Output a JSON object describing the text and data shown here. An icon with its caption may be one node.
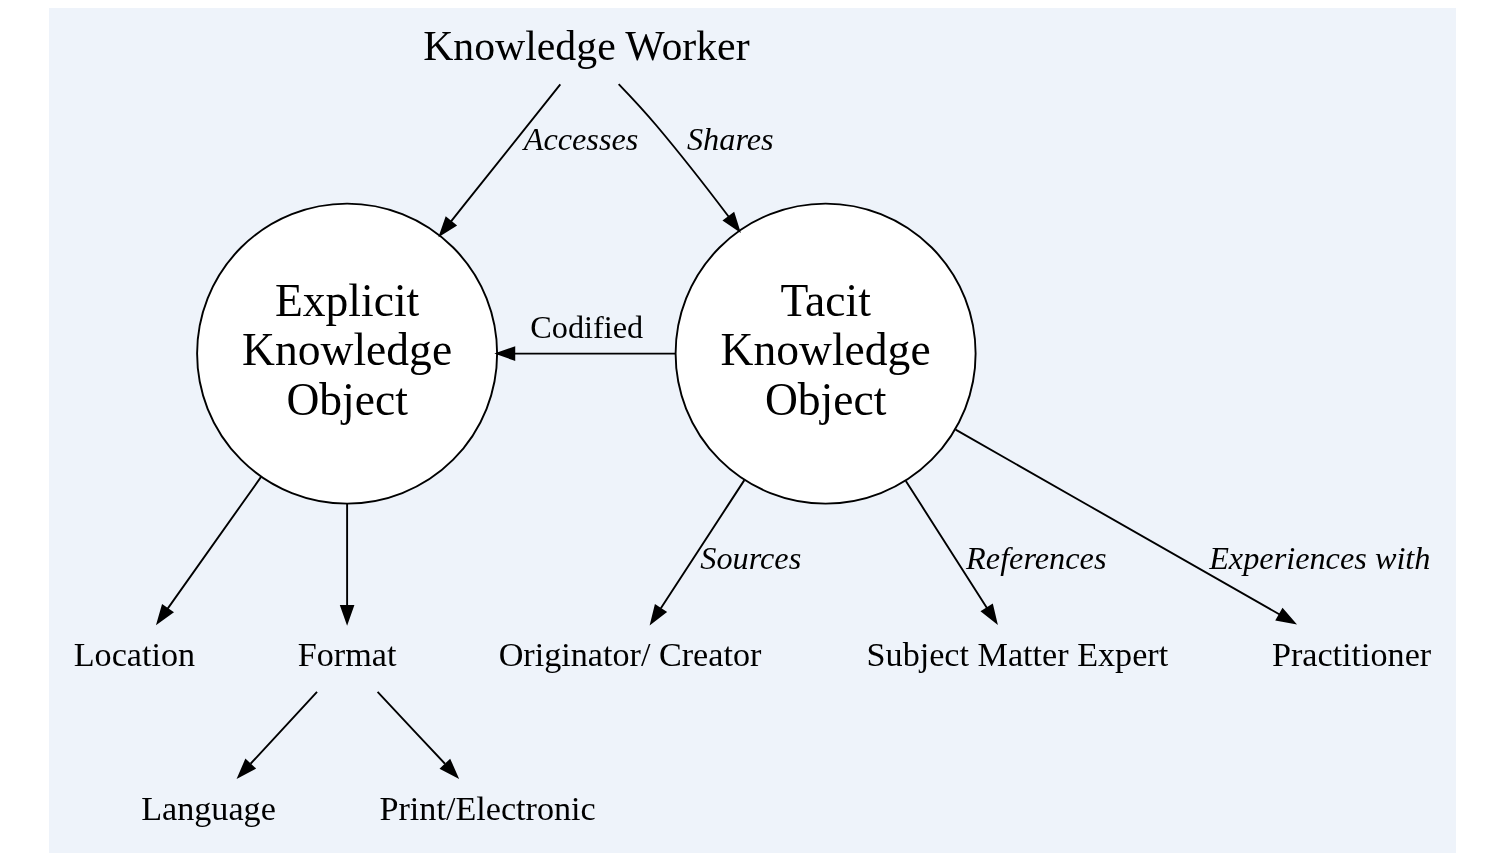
{
  "diagram": {
    "nodes": [
      {
        "text": [
          "Knowledge Worker"
        ]
      },
      {
        "text": [
          "Location"
        ]
      },
      {
        "text": [
          "Explicit Knowledge Object"
        ]
      },
      {
        "text": [
          "Tacit Knowledge Object"
        ]
      },
      {
        "text": [
          "Originator/ Creator"
        ]
      },
      {
        "text": [
          "Subject Matter Expert"
        ]
      },
      {
        "text": [
          "Format"
        ]
      },
      {
        "text": [
          "Language"
        ]
      },
      {
        "text": [
          "Print/Electronic"
        ]
      },
      {
        "text": [
          "Practitioner"
        ]
      }
    ],
    "edges": [
      {
        "from": 0,
        "to": 2,
        "arrow": "to",
        "label": "Accesses"
      },
      {
        "from": 0,
        "to": 3,
        "arrow": "to",
        "label": "Shares"
      },
      {
        "from": 2,
        "to": 1,
        "arrow": "to"
      },
      {
        "from": 2,
        "to": 6,
        "arrow": "to"
      },
      {
        "from": 3,
        "to": 2,
        "arrow": "to",
        "label": "Codified"
      },
      {
        "from": 3,
        "to": 4,
        "arrow": "to",
        "label": "Sources"
      },
      {
        "from": 3,
        "to": 5,
        "arrow": "to",
        "label": "References"
      },
      {
        "from": 3,
        "to": 9,
        "arrow": "to",
        "label": "Experiences with"
      },
      {
        "from": 6,
        "to": 7,
        "arrow": "to"
      },
      {
        "from": 6,
        "to": 8,
        "arrow": "to"
      }
    ]
  }
}
